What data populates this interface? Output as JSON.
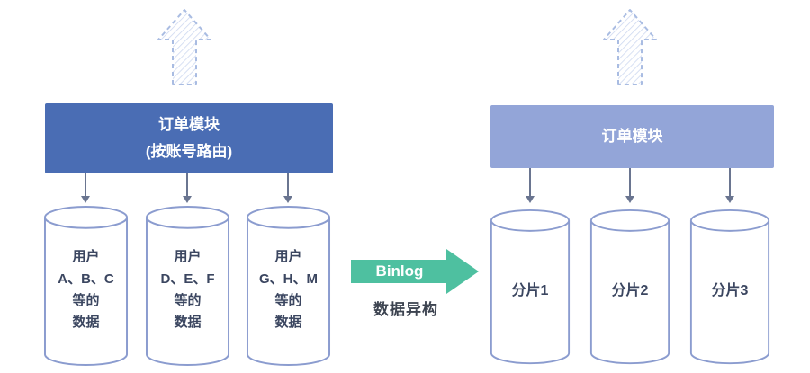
{
  "left": {
    "module_title_line1": "订单模块",
    "module_title_line2": "(按账号路由)",
    "databases": [
      {
        "label": "用户\nA、B、C\n等的\n数据"
      },
      {
        "label": "用户\nD、E、F\n等的\n数据"
      },
      {
        "label": "用户\nG、H、M\n等的\n数据"
      }
    ]
  },
  "middle": {
    "arrow_label": "Binlog",
    "caption": "数据异构"
  },
  "right": {
    "module_title": "订单模块",
    "shards": [
      {
        "label": "分片1"
      },
      {
        "label": "分片2"
      },
      {
        "label": "分片3"
      }
    ]
  },
  "colors": {
    "left_box": "#4a6db4",
    "right_box": "#93a5d8",
    "cylinder_stroke": "#8b9ccf",
    "green_arrow": "#4ec0a0",
    "dashed_arrow_stroke": "#a9bce2"
  }
}
